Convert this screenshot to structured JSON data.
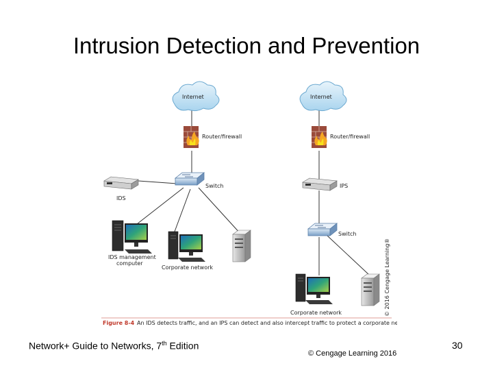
{
  "slide": {
    "title": "Intrusion Detection and Prevention",
    "footer_book": "Network+ Guide to Networks, 7",
    "footer_edition_sup": "th",
    "footer_edition": " Edition",
    "footer_copyright": "© Cengage Learning  2016",
    "page_number": "30"
  },
  "diagram": {
    "left": {
      "internet": "Internet",
      "router": "Router/firewall",
      "switch": "Switch",
      "ids": "IDS",
      "ids_mgmt_line1": "IDS management",
      "ids_mgmt_line2": "computer",
      "corporate": "Corporate network"
    },
    "right": {
      "internet": "Internet",
      "router": "Router/firewall",
      "ips": "IPS",
      "switch": "Switch",
      "corporate": "Corporate network"
    },
    "caption_fig": "Figure 8-4",
    "caption_text": "An IDS detects traffic, and an IPS can detect and also intercept traffic to protect a corporate network",
    "credit": "© 2016 Cengage Learning®"
  }
}
